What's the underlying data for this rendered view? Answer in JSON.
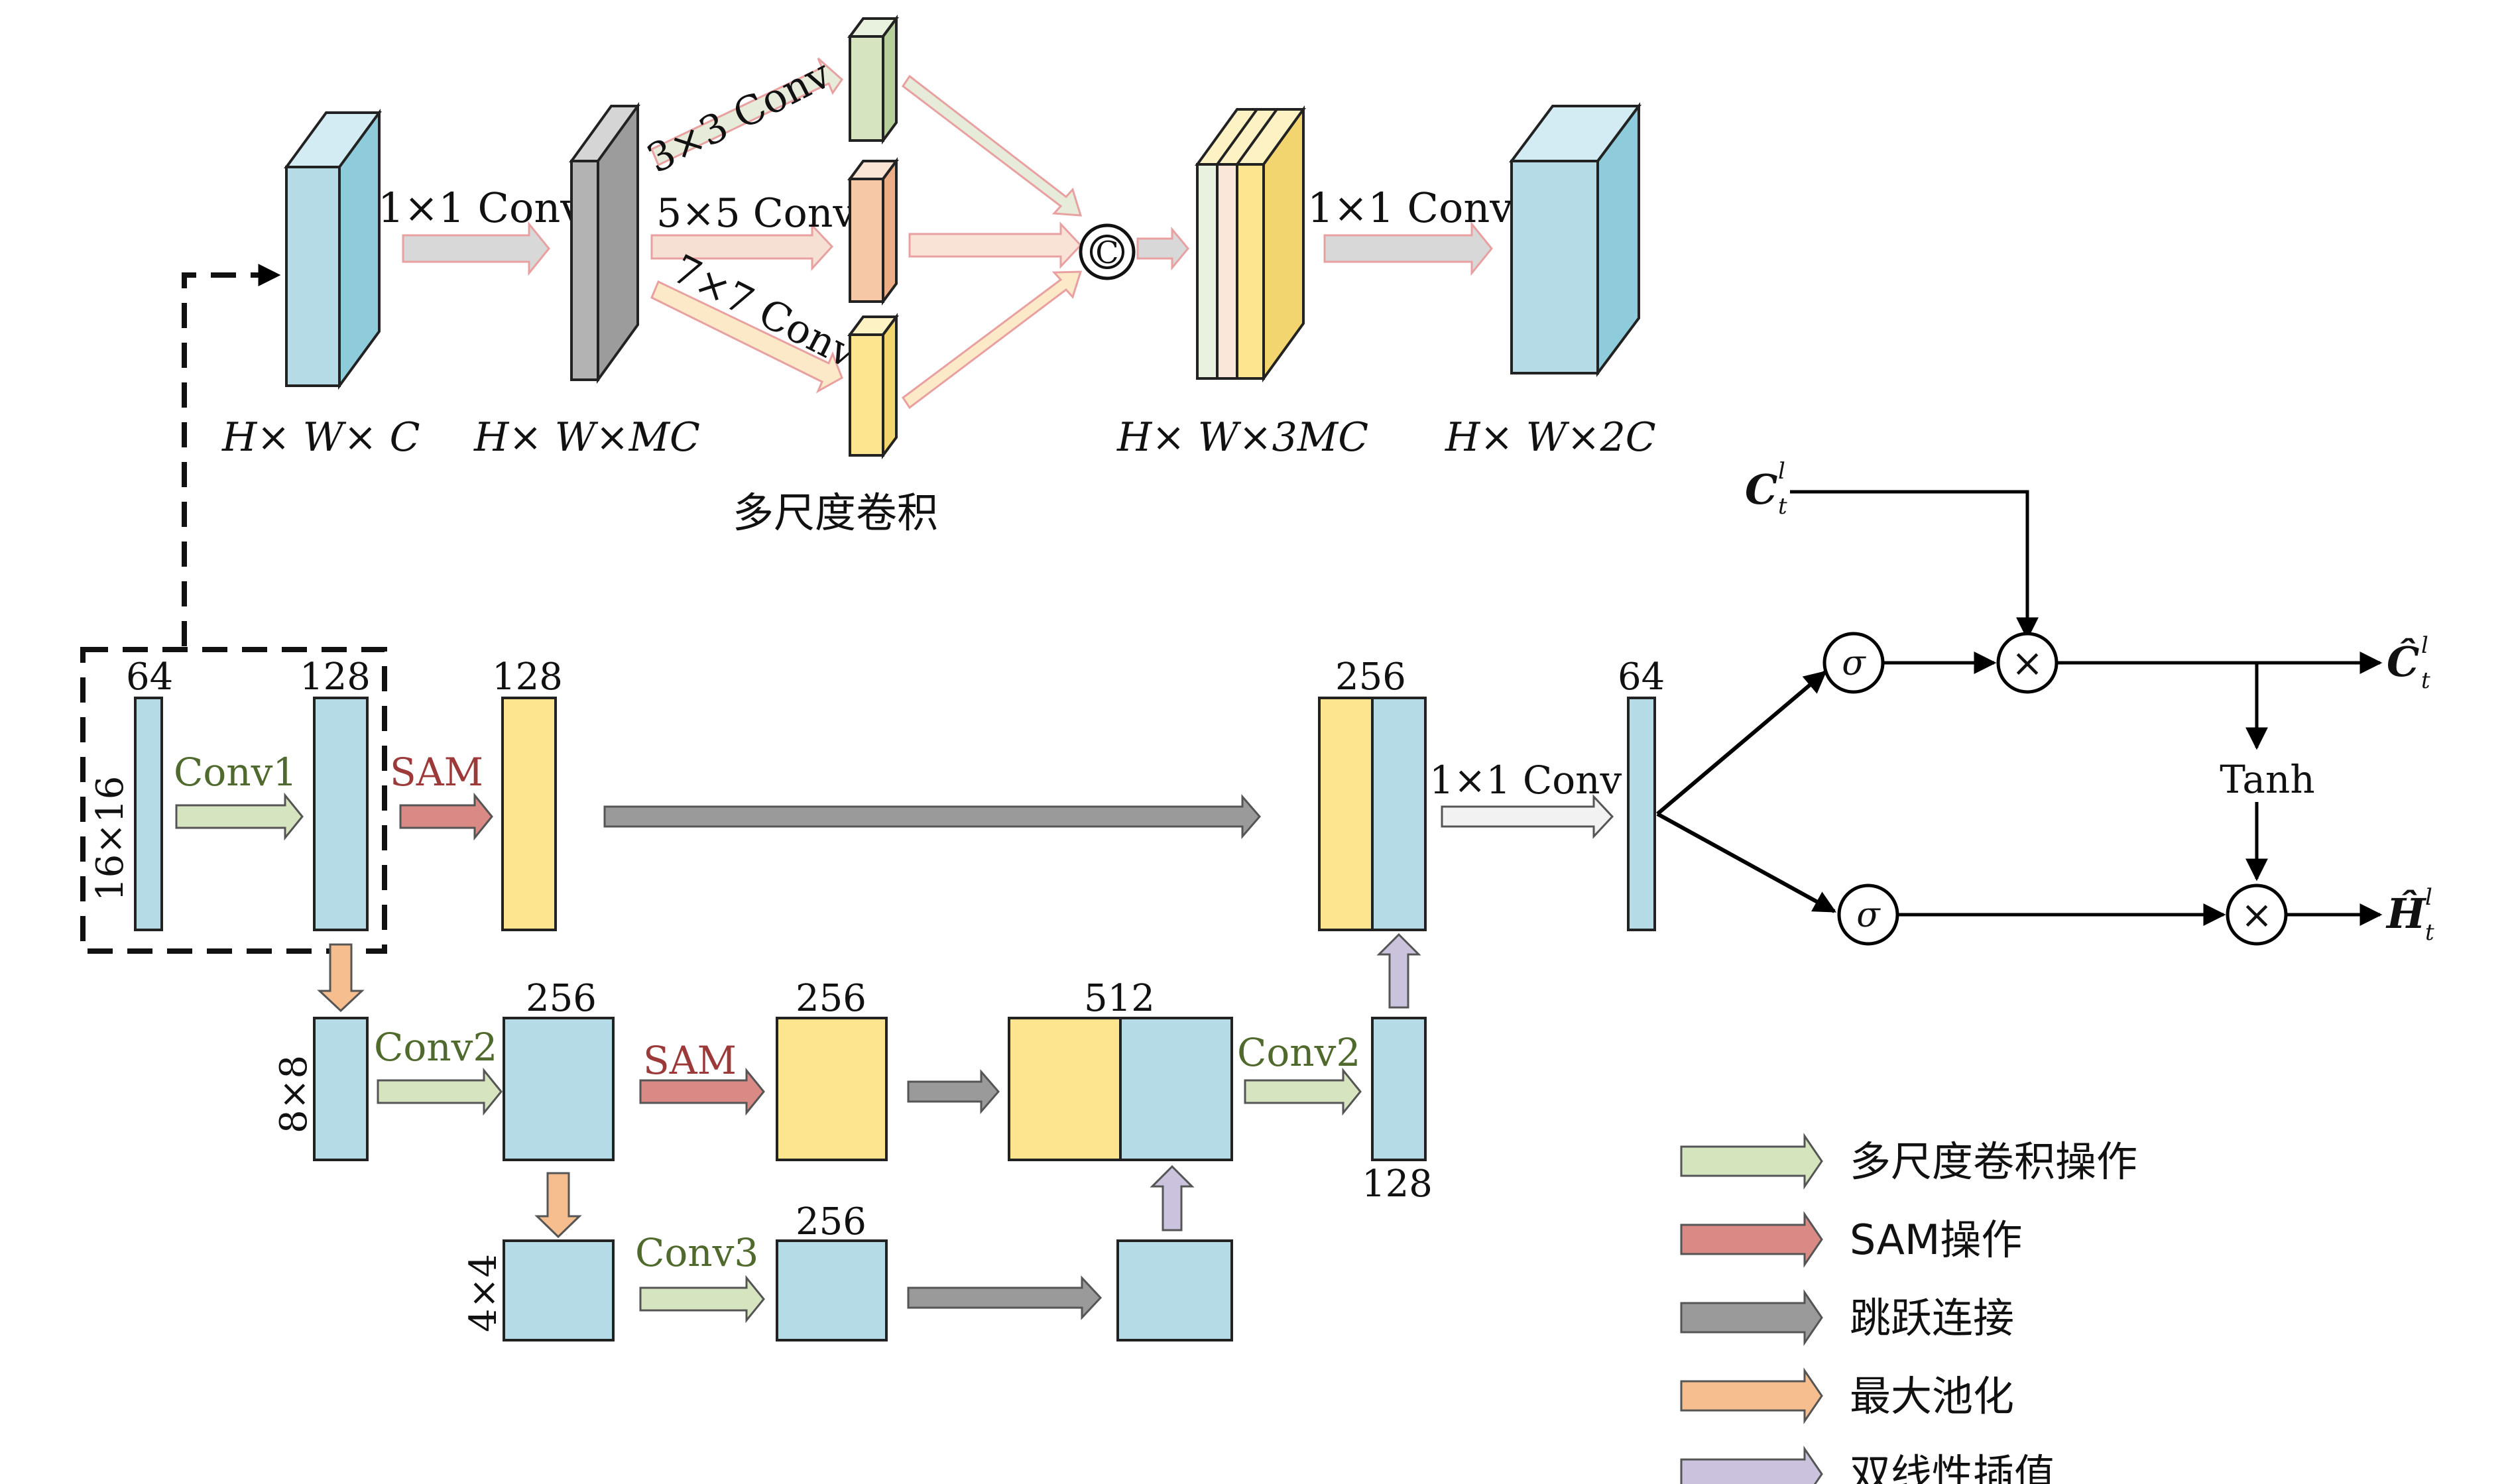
{
  "top_module": {
    "dims": {
      "input": "H× W× C",
      "reduced": "H× W×MC",
      "concat": "H× W×3MC",
      "output": "H× W×2C"
    },
    "conv_labels": {
      "reduce": "1×1 Conv",
      "k3": "3×3 Conv",
      "k5": "5×5 Conv",
      "k7": "7×7 Conv",
      "out": "1×1 Conv"
    },
    "concat_symbol": "C",
    "caption": "多尺度卷积"
  },
  "unet": {
    "level1": {
      "size_label": "16×16",
      "ch_in": "64",
      "ch_conv": "128",
      "ch_sam": "128",
      "ch_cat": "256",
      "ch_out": "64",
      "conv_label": "Conv1",
      "sam_label": "SAM",
      "final_conv_label": "1×1 Conv"
    },
    "level2": {
      "size_label": "8×8",
      "ch_conv": "256",
      "ch_sam": "256",
      "ch_cat": "512",
      "ch_out": "128",
      "conv_label": "Conv2",
      "sam_label": "SAM",
      "conv_out_label": "Conv2"
    },
    "level3": {
      "size_label": "4×4",
      "ch_conv": "256",
      "conv_label": "Conv3"
    }
  },
  "gating": {
    "c_in": "C",
    "c_in_sup": "l",
    "c_in_sub": "t",
    "sigma": "σ",
    "times": "×",
    "tanh": "Tanh",
    "c_out": "Ĉ",
    "c_out_sup": "l",
    "c_out_sub": "t",
    "h_out": "Ĥ",
    "h_out_sup": "l",
    "h_out_sub": "t"
  },
  "legend": [
    {
      "label": "多尺度卷积操作",
      "color": "#d4e4bd"
    },
    {
      "label": "SAM操作",
      "color": "#d98a85"
    },
    {
      "label": "跳跃连接",
      "color": "#9a9a9a"
    },
    {
      "label": "最大池化",
      "color": "#f6be8f"
    },
    {
      "label": "双线性插值",
      "color": "#cbc3dd"
    }
  ],
  "colors": {
    "blue": "#b5dbe6",
    "blue_side": "#8ecbdb",
    "yellow": "#fde58f",
    "green_block": "#d6e5bf",
    "peach_block": "#f6c8a6",
    "gray_block": "#b3b3b3"
  }
}
